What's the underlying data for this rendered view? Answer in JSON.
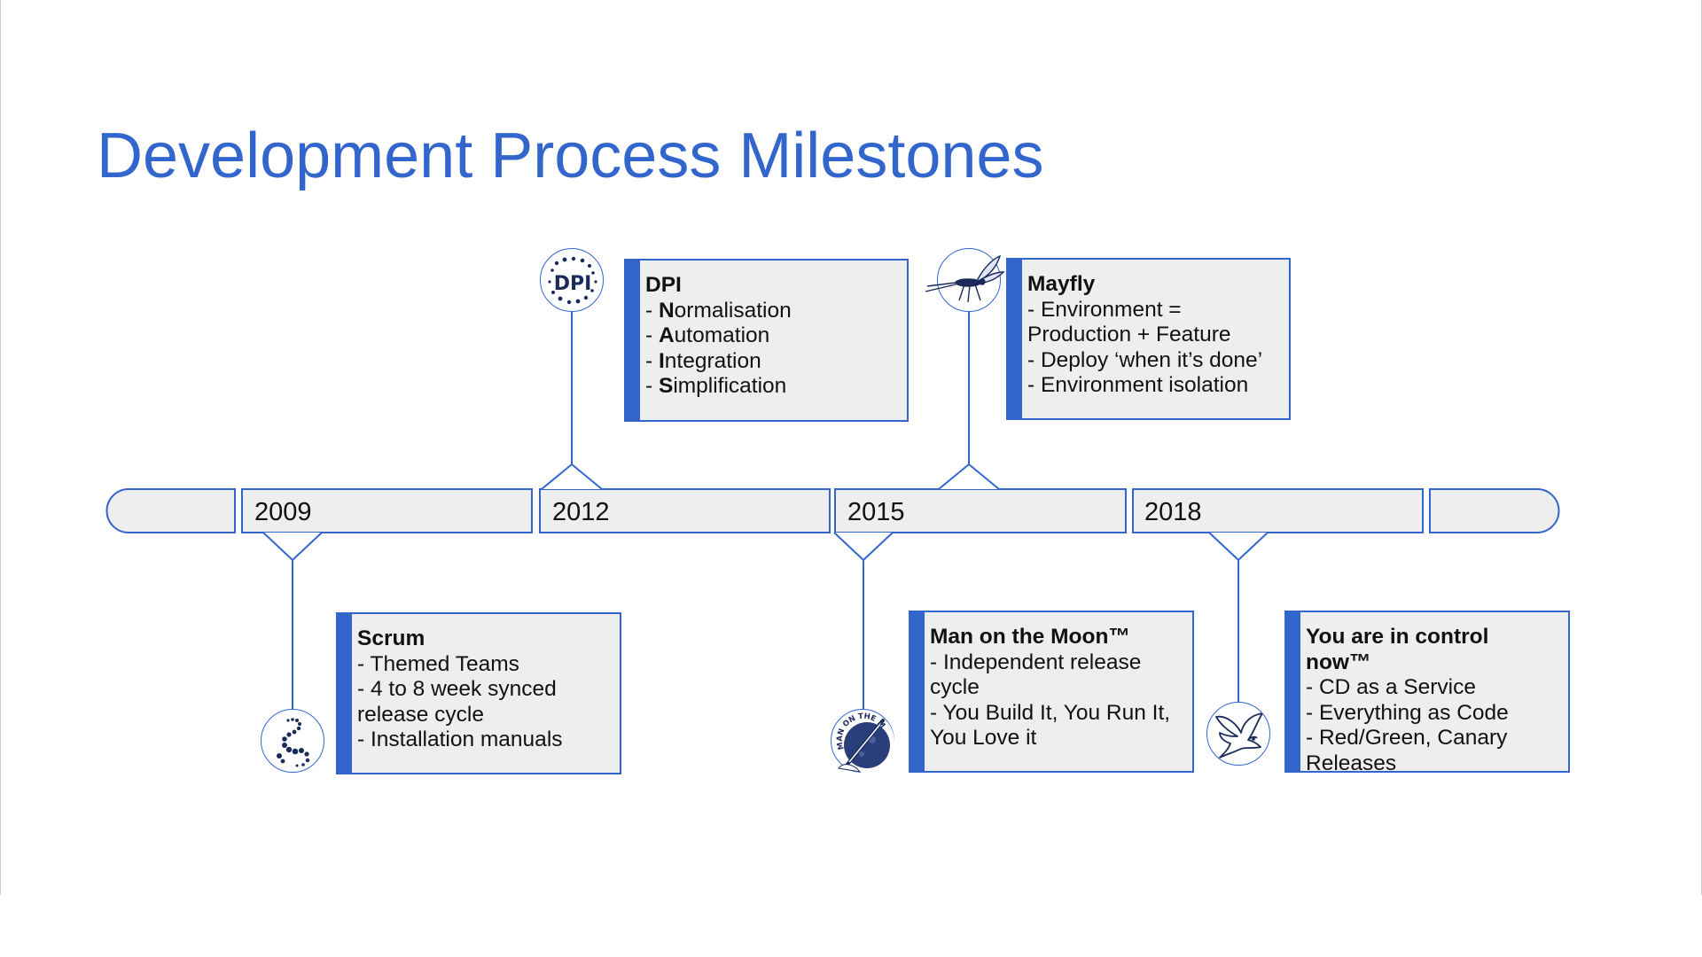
{
  "slide": {
    "title": "Development Process Milestones"
  },
  "colors": {
    "accent": "#3366cc",
    "box_fill": "#eeeeee",
    "bar_fill": "#eeeeee"
  },
  "timeline": {
    "years": [
      "2009",
      "2012",
      "2015",
      "2018"
    ]
  },
  "milestones": {
    "dpi": {
      "title": "DPI",
      "icon": "dpi-logo-icon",
      "icon_text": "DPI",
      "items": [
        {
          "prefix": "- ",
          "initial": "N",
          "rest": "ormalisation"
        },
        {
          "prefix": "- ",
          "initial": "A",
          "rest": "utomation"
        },
        {
          "prefix": "- ",
          "initial": "I",
          "rest": "ntegration"
        },
        {
          "prefix": "- ",
          "initial": "S",
          "rest": "implification"
        }
      ]
    },
    "mayfly": {
      "title": "Mayfly",
      "icon": "mayfly-icon",
      "lines": [
        "- Environment =",
        "Production + Feature",
        "- Deploy ‘when it’s done’",
        "- Environment isolation"
      ]
    },
    "scrum": {
      "title": "Scrum",
      "icon": "scrum-dots-icon",
      "lines": [
        "- Themed Teams",
        "- 4 to 8 week synced",
        "release cycle",
        "- Installation manuals"
      ]
    },
    "moon": {
      "title": "Man on the Moon™",
      "icon": "man-on-the-moon-icon",
      "icon_text": "MAN ON THE MOON",
      "lines": [
        "- Independent release",
        "cycle",
        "- You Build It, You Run It,",
        "You Love it"
      ]
    },
    "control": {
      "title": "You are in control now™",
      "icon": "dove-icon",
      "lines": [
        "- CD as a Service",
        "- Everything as Code",
        "- Red/Green, Canary",
        "Releases"
      ]
    }
  }
}
